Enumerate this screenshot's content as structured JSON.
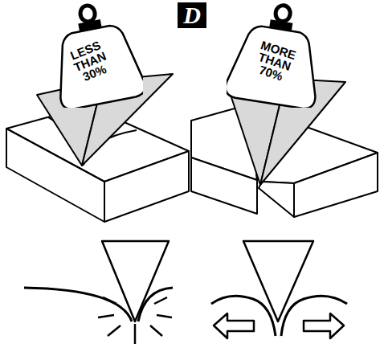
{
  "diagram": {
    "title": "D",
    "nodes": [
      {
        "text": [
          "LESS THAN 30%"
        ]
      },
      {
        "text": [
          "MORE THAN 70%"
        ]
      }
    ]
  }
}
